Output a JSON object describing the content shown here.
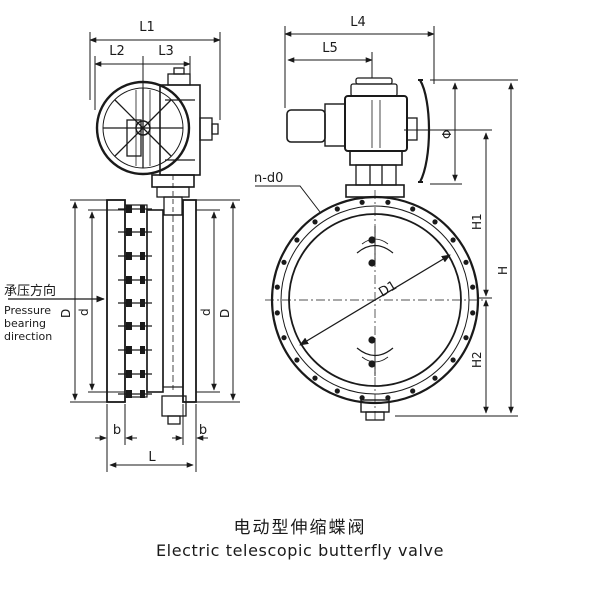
{
  "dimension_labels": {
    "L1": "L1",
    "L2": "L2",
    "L3": "L3",
    "L4": "L4",
    "L5": "L5",
    "D": "D",
    "d": "d",
    "b": "b",
    "L": "L",
    "H": "H",
    "H1": "H1",
    "H2": "H2",
    "phi": "Φ",
    "D1": "D1",
    "n_d0": "n-d0"
  },
  "side_note": {
    "zh": "承压方向",
    "en_line1": "Pressure",
    "en_line2": "bearing",
    "en_line3": "direction"
  },
  "caption": {
    "zh": "电动型伸缩蝶阀",
    "en": "Electric telescopic butterfly valve"
  }
}
